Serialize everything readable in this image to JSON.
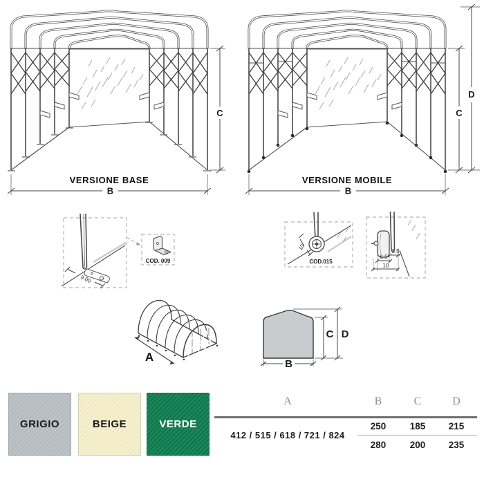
{
  "drawings": {
    "base": {
      "title": "VERSIONE BASE",
      "dim_b": "B",
      "dim_c": "C"
    },
    "mobile": {
      "title": "VERSIONE MOBILE",
      "dim_b": "B",
      "dim_c": "C",
      "dim_d": "D"
    }
  },
  "details": {
    "anchor": {
      "code": "COD. 009",
      "dim": "9.00"
    },
    "wheel": {
      "code": "COD.015",
      "dim": "10"
    },
    "wheel_side": {
      "dim_small": "3.5",
      "dim_mid": "6.5",
      "dim_full": "10"
    }
  },
  "illustrations": {
    "tunnel3d": {
      "dim_a": "A"
    },
    "front": {
      "dim_b": "B",
      "dim_c": "C",
      "dim_d": "D"
    }
  },
  "swatches": [
    {
      "label": "GRIGIO",
      "color": "#b7bec4",
      "text_color": "#1c1c1c"
    },
    {
      "label": "BEIGE",
      "color": "#f5efca",
      "text_color": "#1c1c1c"
    },
    {
      "label": "VERDE",
      "color": "#0a7a4c",
      "text_color": "#ffffff"
    }
  ],
  "size_table": {
    "headers": {
      "a": "A",
      "b": "B",
      "c": "C",
      "d": "D"
    },
    "model_codes": "412 / 515 / 618 / 721 / 824",
    "rows": [
      {
        "b": "250",
        "c": "185",
        "d": "215"
      },
      {
        "b": "280",
        "c": "200",
        "d": "235"
      }
    ]
  }
}
